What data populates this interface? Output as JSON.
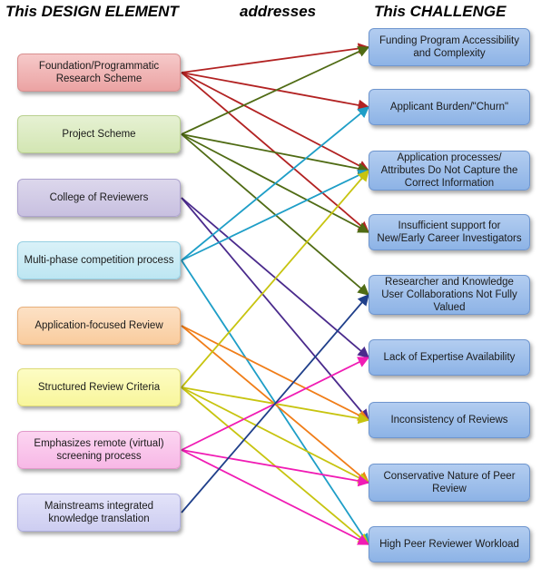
{
  "headers": {
    "left": "This DESIGN ELEMENT",
    "middle": "addresses",
    "right": "This CHALLENGE"
  },
  "design_elements": [
    {
      "label": "Foundation/Programmatic Research Scheme",
      "color": "#b22222"
    },
    {
      "label": "Project Scheme",
      "color": "#4f6b14"
    },
    {
      "label": "College of Reviewers",
      "color": "#4a2a8c"
    },
    {
      "label": "Multi-phase competition process",
      "color": "#1e9ec7"
    },
    {
      "label": "Application-focused Review",
      "color": "#f07d18"
    },
    {
      "label": "Structured Review Criteria",
      "color": "#c7c410"
    },
    {
      "label": "Emphasizes remote (virtual) screening process",
      "color": "#f01cb4"
    },
    {
      "label": "Mainstreams integrated knowledge translation",
      "color": "#1f3f8a"
    }
  ],
  "challenges": [
    {
      "label": "Funding Program Accessibility and Complexity"
    },
    {
      "label": "Applicant Burden/\"Churn\""
    },
    {
      "label": "Application processes/ Attributes Do Not Capture the Correct Information"
    },
    {
      "label": "Insufficient support for New/Early Career Investigators"
    },
    {
      "label": "Researcher and Knowledge User Collaborations Not Fully Valued"
    },
    {
      "label": "Lack of Expertise Availability"
    },
    {
      "label": "Inconsistency of Reviews"
    },
    {
      "label": "Conservative Nature of Peer Review"
    },
    {
      "label": "High Peer Reviewer Workload"
    }
  ],
  "connections": [
    {
      "from": 0,
      "to": [
        0,
        1,
        2,
        3
      ]
    },
    {
      "from": 1,
      "to": [
        0,
        2,
        3,
        4
      ]
    },
    {
      "from": 2,
      "to": [
        5,
        6
      ]
    },
    {
      "from": 3,
      "to": [
        1,
        2,
        8
      ]
    },
    {
      "from": 4,
      "to": [
        6,
        7
      ]
    },
    {
      "from": 5,
      "to": [
        2,
        6,
        7,
        8
      ]
    },
    {
      "from": 6,
      "to": [
        5,
        7,
        8
      ]
    },
    {
      "from": 7,
      "to": [
        4
      ]
    }
  ]
}
